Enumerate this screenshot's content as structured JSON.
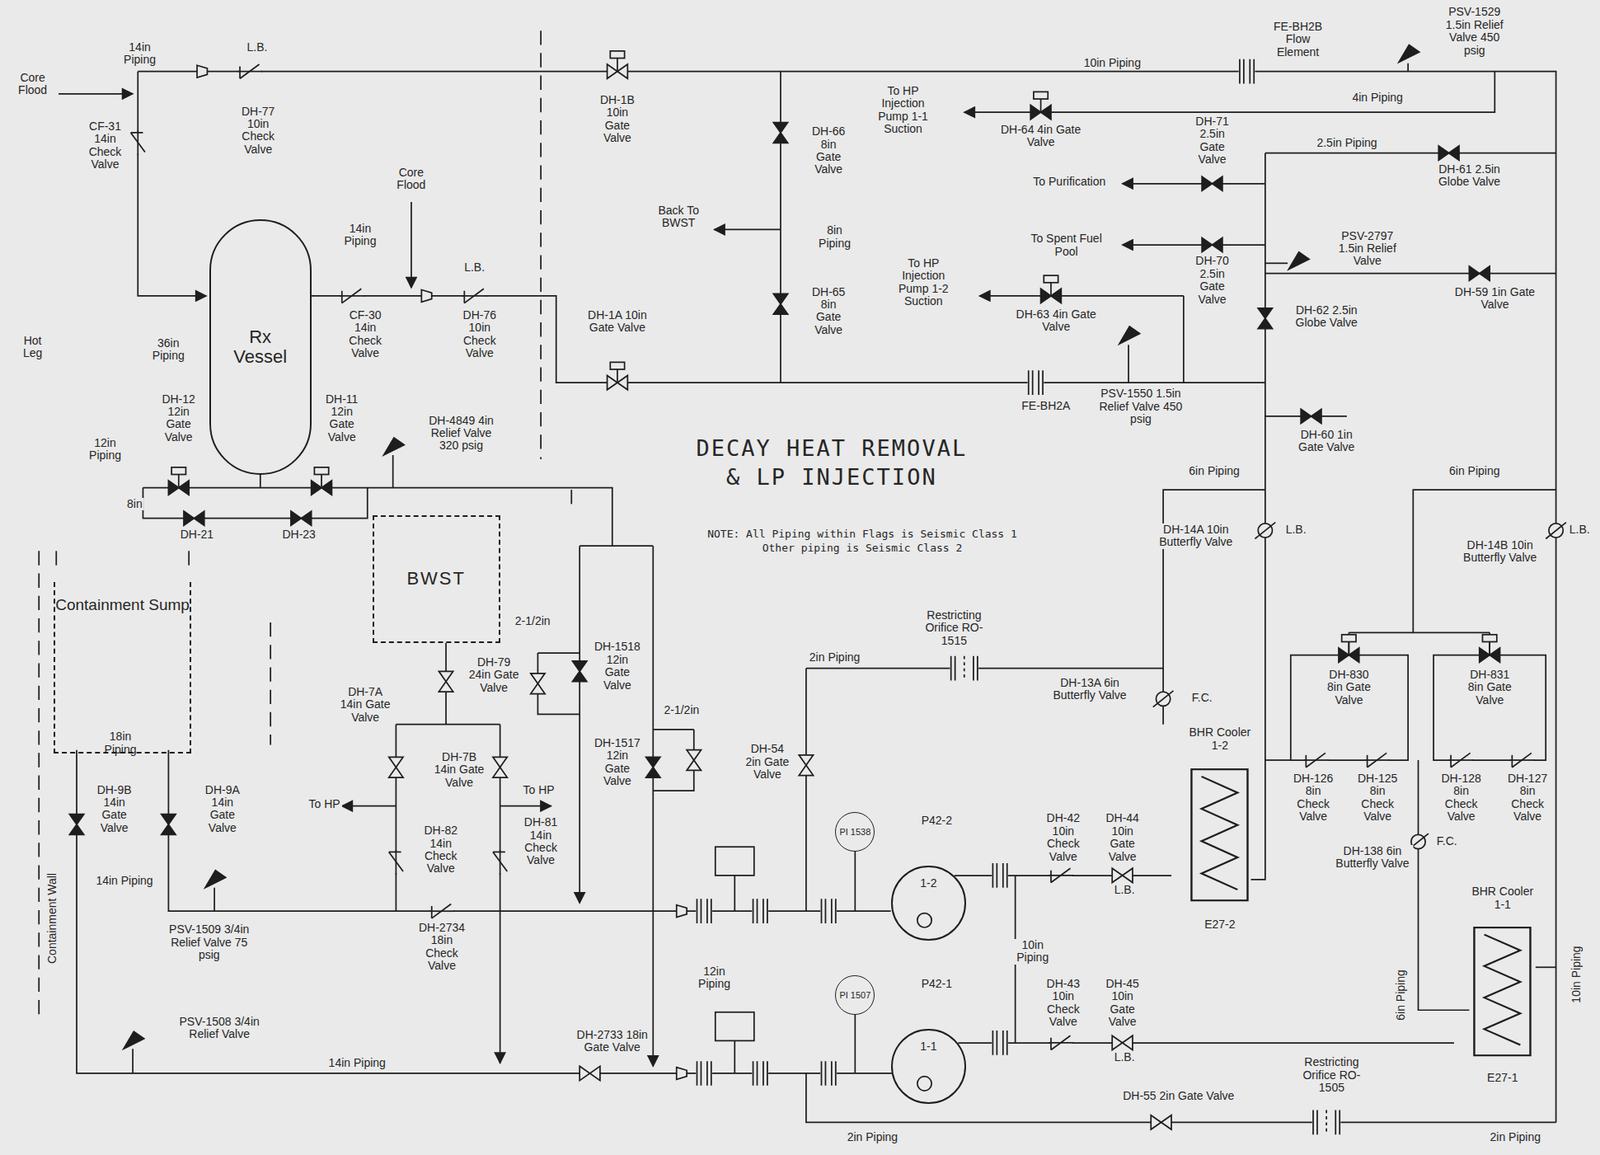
{
  "diagram": {
    "title": "DECAY HEAT REMOVAL & LP INJECTION",
    "nodes": [
      {
        "text": [
          "Rx Vessel"
        ]
      },
      {
        "text": [
          "BWST"
        ]
      },
      {
        "text": [
          "Containment Sump"
        ]
      },
      {
        "text": [
          "PI 1538"
        ]
      },
      {
        "text": [
          "1-2"
        ]
      },
      {
        "text": [
          "BHR Cooler 1-2",
          "E27-2"
        ]
      },
      {
        "text": [
          "BHR Cooler 1-1",
          "E27-1"
        ]
      },
      {
        "text": [
          "PI 1507"
        ]
      },
      {
        "text": [
          "1-1"
        ]
      }
    ],
    "edges": [
      {
        "from": 4,
        "to": 5,
        "arrow": "none"
      },
      {
        "from": 8,
        "to": 6,
        "arrow": "none"
      }
    ],
    "labels": [
      "Core Flood",
      "14in Piping",
      "L.B.",
      "CF-31 14in Check Valve",
      "DH-77 10in Check Valve",
      "DH-1B 10in Gate Valve",
      "10in Piping",
      "FE-BH2B Flow Element",
      "PSV-1529 1.5in Relief Valve 450 psig",
      "4in Piping",
      "To HP Injection Pump 1-1 Suction",
      "DH-64 4in Gate Valve",
      "DH-71 2.5in Gate Valve",
      "2.5in Piping",
      "DH-61 2.5in Globe Valve",
      "DH-66 8in Gate Valve",
      "To Purification",
      "Core Flood",
      "14in Piping",
      "Back To BWST",
      "8in Piping",
      "To Spent Fuel Pool",
      "DH-70 2.5in Gate Valve",
      "PSV-2797 1.5in Relief Valve",
      "DH-59 1in Gate Valve",
      "L.B.",
      "CF-30 14in Check Valve",
      "DH-76 10in Check Valve",
      "To HP Injection Pump 1-2 Suction",
      "DH-65 8in Gate Valve",
      "DH-62 2.5in Globe Valve",
      "DH-1A 10in Gate Valve",
      "DH-63 4in Gate Valve",
      "Hot Leg",
      "36in Piping",
      "FE-BH2A",
      "PSV-1550 1.5in Relief Valve 450 psig",
      "DH-12 12in Gate Valve",
      "DH-11 12in Gate Valve",
      "DH-4849 4in Relief Valve 320 psig",
      "12in Piping",
      "DH-60 1in Gate Valve",
      "6in Piping",
      "6in Piping",
      "8in",
      "DH-21",
      "DH-23",
      "NOTE: All Piping within Flags is Seismic Class 1 Other piping is Seismic Class 2",
      "DH-14A 10in Butterfly Valve",
      "L.B.",
      "DH-14B 10in Butterfly Valve",
      "L.B.",
      "Restricting Orifice RO-1515",
      "2-1/2in",
      "DH-1518 12in Gate Valve",
      "2in Piping",
      "DH-79 24in Gate Valve",
      "DH-13A 6in Butterfly Valve",
      "F.C.",
      "DH-830 8in Gate Valve",
      "DH-831 8in Gate Valve",
      "DH-7A 14in Gate Valve",
      "2-1/2in",
      "18in Piping",
      "DH-7B 14in Gate Valve",
      "DH-1517 12in Gate Valve",
      "DH-54 2in Gate Valve",
      "DH-126 8in Check Valve",
      "DH-125 8in Check Valve",
      "DH-128 8in Check Valve",
      "DH-127 8in Check Valve",
      "DH-9B 14in Gate Valve",
      "DH-9A 14in Gate Valve",
      "To HP",
      "To HP",
      "DH-82 14in Check Valve",
      "DH-81 14in Check Valve",
      "P42-2",
      "DH-42 10in Check Valve",
      "DH-44 10in Gate Valve",
      "DH-138 6in Butterfly Valve",
      "F.C.",
      "14in Piping",
      "L.B.",
      "Containment Wall",
      "PSV-1509 3/4in Relief Valve 75 psig",
      "DH-2734 18in Check Valve",
      "12in Piping",
      "10in Piping",
      "6in Piping",
      "10in Piping",
      "P42-1",
      "DH-43 10in Check Valve",
      "DH-45 10in Gate Valve",
      "L.B.",
      "PSV-1508 3/4in Relief Valve",
      "DH-2733 18in Gate Valve",
      "14in Piping",
      "Restricting Orifice RO-1505",
      "DH-55 2in Gate Valve",
      "2in Piping",
      "2in Piping"
    ]
  }
}
